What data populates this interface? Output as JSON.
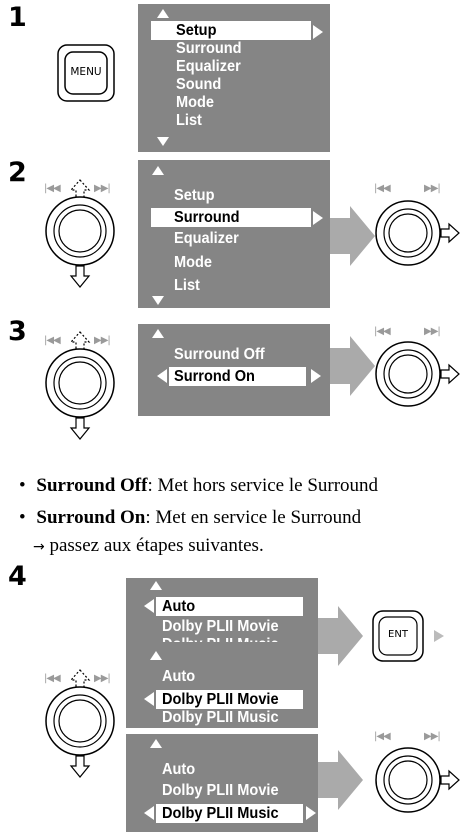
{
  "steps": {
    "s1": "1",
    "s2": "2",
    "s3": "3",
    "s4": "4"
  },
  "step1": {
    "menu_button": "MENU",
    "items": [
      "Setup",
      "Surround",
      "Equalizer",
      "Sound",
      "Mode",
      "List"
    ],
    "selected": 0
  },
  "step2": {
    "items": [
      "Setup",
      "Surround",
      "Equalizer",
      "Mode",
      "List"
    ],
    "selected": 1
  },
  "step3": {
    "items": [
      "Surround Off",
      "Surrond On"
    ],
    "selected": 1
  },
  "seek": {
    "prev": "|◀◀",
    "next": "▶▶|"
  },
  "bullets": [
    {
      "term": "Surround Off",
      "text": ": Met hors service le Surround"
    },
    {
      "term": "Surround On",
      "text": ": Met en service le Surround"
    }
  ],
  "continue_text": "passez aux étapes suivantes.",
  "step4": {
    "items": [
      "Auto",
      "Dolby PLII Movie",
      "Dolby PLII Music"
    ],
    "enter_button": "ENT"
  },
  "icons": [
    "menu-button-icon",
    "control-dial-icon",
    "arrow-right-icon",
    "enter-button-icon"
  ]
}
